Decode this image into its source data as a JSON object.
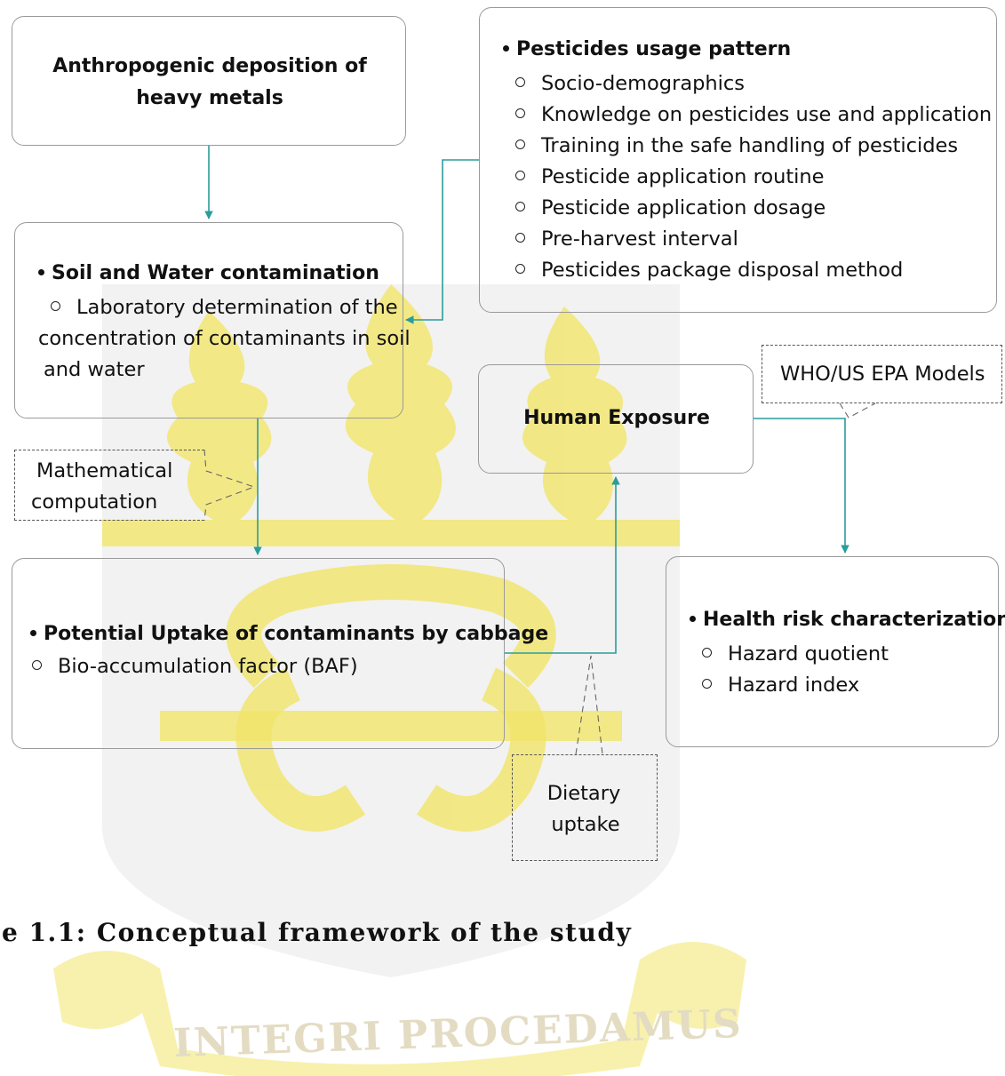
{
  "boxes": {
    "anthropogenic": {
      "text": "Anthropogenic deposition of heavy metals"
    },
    "pesticides": {
      "title": "Pesticides usage pattern",
      "items": [
        "Socio-demographics",
        "Knowledge on pesticides use and application",
        "Training in the safe handling of pesticides",
        "Pesticide application routine",
        "Pesticide application dosage",
        "Pre-harvest interval",
        "Pesticides package disposal method"
      ]
    },
    "soil_water": {
      "title": "Soil and Water contamination",
      "item_line1": "Laboratory determination of the",
      "item_line2": "concentration of contaminants in soil",
      "item_line3": "and water"
    },
    "human_exposure": {
      "text": "Human Exposure"
    },
    "uptake": {
      "title": "Potential Uptake of contaminants by cabbage",
      "items": [
        "Bio-accumulation factor (BAF)"
      ]
    },
    "health_risk": {
      "title": "Health risk characterization",
      "items": [
        "Hazard quotient",
        "Hazard index"
      ]
    }
  },
  "callouts": {
    "math": {
      "line1": "Mathematical",
      "line2": "computation"
    },
    "who": {
      "text": "WHO/US EPA Models"
    },
    "dietary": {
      "line1": "Dietary",
      "line2": "uptake"
    }
  },
  "caption": "e 1.1: Conceptual framework of the study",
  "watermark_motto": "INTEGRI PROCEDAMUS",
  "colors": {
    "arrow": "#2a9d9a",
    "watermark_gold": "#f1e56a",
    "watermark_gray": "#e9e9e9"
  }
}
